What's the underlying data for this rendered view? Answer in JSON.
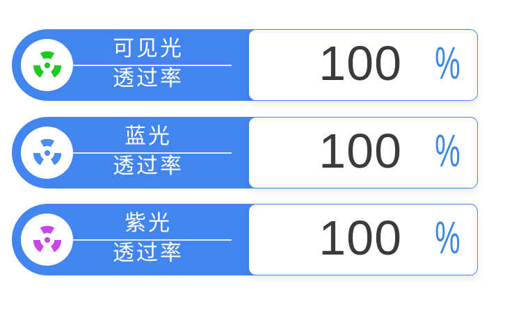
{
  "rows": [
    {
      "label_line1": "可见光",
      "label_line2": "透过率",
      "value": "100",
      "unit": "%",
      "icon": "radiation-icon",
      "icon_color": "#1fc91f"
    },
    {
      "label_line1": "蓝光",
      "label_line2": "透过率",
      "value": "100",
      "unit": "%",
      "icon": "radiation-icon",
      "icon_color": "#4a8df0"
    },
    {
      "label_line1": "紫光",
      "label_line2": "透过率",
      "value": "100",
      "unit": "%",
      "icon": "radiation-icon",
      "icon_color": "#cc44ee"
    }
  ],
  "colors": {
    "pill_blue": "#4285f0",
    "value_text": "#3a3b3f",
    "unit_blue": "#3c86ea"
  }
}
